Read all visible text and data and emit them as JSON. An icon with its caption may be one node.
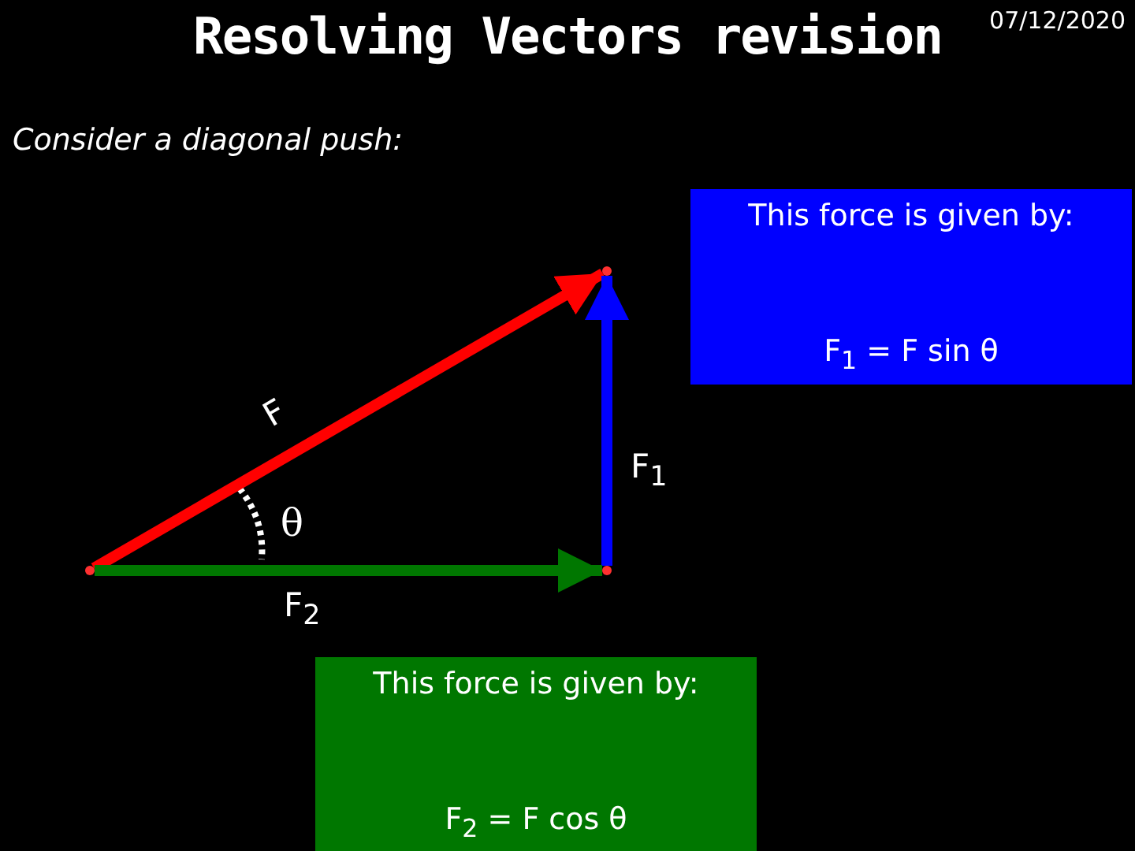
{
  "diagram": {
    "title": "Resolving Vectors revision",
    "nodes": [
      {
        "text": [
          "This force is given by:",
          "F$_{1}$ = F sin θ"
        ]
      },
      {
        "text": [
          "This force is given by:",
          "F$_{2}$ = F cos θ"
        ]
      },
      {
        "text": [],
        "shape": "dot"
      },
      {
        "text": [],
        "shape": "dot"
      },
      {
        "text": [],
        "shape": "dot"
      }
    ],
    "edges": [
      {
        "from": 2,
        "to": 3,
        "arrow": "to",
        "label": "F",
        "color": "#ff0000"
      },
      {
        "from": 4,
        "to": 3,
        "arrow": "to",
        "label": "F$_{1}$",
        "color": "#0000ff"
      },
      {
        "from": 2,
        "to": 4,
        "arrow": "to",
        "label": "F$_{2}$",
        "color": "#007700"
      }
    ],
    "labels": [
      "07/12/2020",
      "Consider a diagonal push:",
      "θ"
    ]
  }
}
